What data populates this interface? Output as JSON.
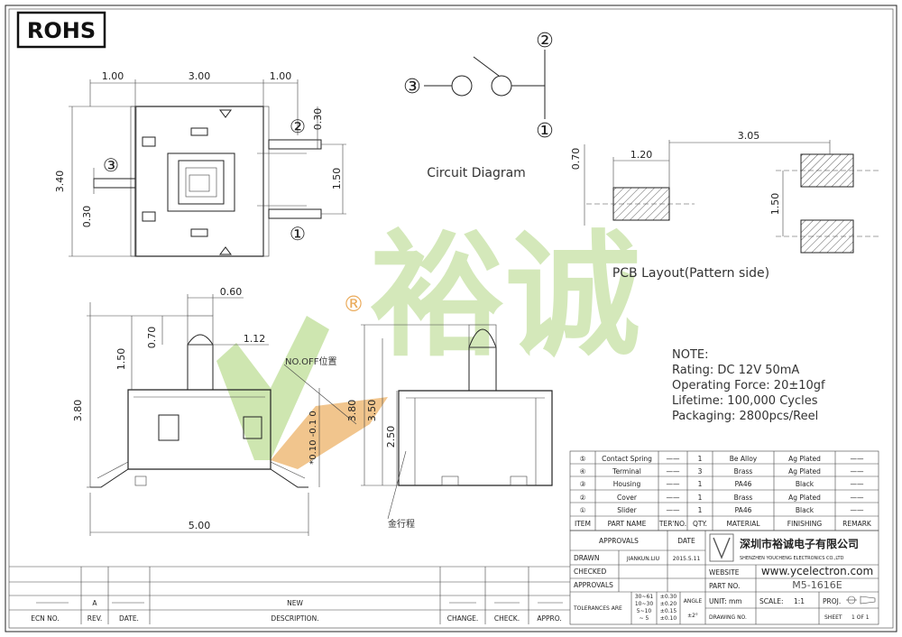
{
  "badge": "ROHS",
  "top_view": {
    "dims": [
      "1.00",
      "3.00",
      "1.00",
      "0.30",
      "3.40",
      "1.50",
      "0.30"
    ],
    "pins": [
      "②",
      "③",
      "①"
    ]
  },
  "circuit": {
    "title": "Circuit Diagram",
    "nodes": [
      "②",
      "③",
      "①"
    ]
  },
  "pcb": {
    "title": "PCB Layout(Pattern side)",
    "dims": [
      "0.70",
      "1.20",
      "3.05",
      "1.50"
    ]
  },
  "watermark": {
    "text": "裕诚",
    "mark": "®",
    "color_green": "#b6d98a",
    "color_orange": "#e8a24a"
  },
  "side_view": {
    "dims": [
      "0.60",
      "0.70",
      "1.12",
      "1.50",
      "3.80",
      "*0.10 -0.1 0",
      "5.00"
    ],
    "callout": "NO.OFF位置"
  },
  "front_view": {
    "dims": [
      "3.80",
      "3.50",
      "2.50"
    ],
    "callout": "金行程"
  },
  "notes": {
    "heading": "NOTE:",
    "lines": [
      "Rating: DC 12V 50mA",
      "Operating Force: 20±10gf",
      "Lifetime: 100,000 Cycles",
      "Packaging: 2800pcs/Reel"
    ]
  },
  "bom": {
    "rows": [
      {
        "item": "⑤",
        "name": "Contact Spring",
        "ter": "——",
        "qty": "1",
        "material": "Be Alloy",
        "finishing": "Ag Plated",
        "remark": "——"
      },
      {
        "item": "④",
        "name": "Terminal",
        "ter": "——",
        "qty": "3",
        "material": "Brass",
        "finishing": "Ag Plated",
        "remark": "——"
      },
      {
        "item": "③",
        "name": "Housing",
        "ter": "——",
        "qty": "1",
        "material": "PA46",
        "finishing": "Black",
        "remark": "——"
      },
      {
        "item": "②",
        "name": "Cover",
        "ter": "——",
        "qty": "1",
        "material": "Brass",
        "finishing": "Ag Plated",
        "remark": "——"
      },
      {
        "item": "①",
        "name": "Slider",
        "ter": "——",
        "qty": "1",
        "material": "PA46",
        "finishing": "Black",
        "remark": "——"
      }
    ],
    "headers": {
      "item": "ITEM",
      "name": "PART NAME",
      "ter": "TER'NO.",
      "qty": "QTY.",
      "material": "MATERIAL",
      "finishing": "FINISHING",
      "remark": "REMARK"
    }
  },
  "title_block": {
    "approvals": "APPROVALS",
    "date": "DATE",
    "drawn_label": "DRAWN",
    "drawn_name": "JIANKUN.LIU",
    "drawn_date": "2015.5.11",
    "checked": "CHECKED",
    "approvals2": "APPROVALS",
    "tolerances": "TOLERANCES ARE",
    "tol_ranges": [
      "30~61",
      "10~30",
      "5~10",
      "~ 5"
    ],
    "tol_values": [
      "±0.30",
      "±0.20",
      "±0.15",
      "±0.10"
    ],
    "angle": "ANGLE",
    "angle_value": "±2°",
    "company_cn": "深圳市裕诚电子有限公司",
    "company_en": "SHENZHEN YOUCHENG ELECTRONICS CO.,LTD",
    "website_label": "WEBSITE",
    "website": "www.ycelectron.com",
    "part_label": "PART NO.",
    "part_no": "M5-1616E",
    "unit": "UNIT: mm",
    "scale_label": "SCALE:",
    "scale": "1:1",
    "proj": "PROJ.",
    "drawing_no": "DRAWING NO.",
    "sheet": "SHEET",
    "sheet_of": "1 OF 1"
  },
  "revision_block": {
    "row_a": {
      "rev": "A",
      "desc": "NEW"
    },
    "headers": [
      "ECN NO.",
      "REV.",
      "DATE.",
      "DESCRIPTION.",
      "CHANGE.",
      "CHECK.",
      "APPRO."
    ]
  }
}
